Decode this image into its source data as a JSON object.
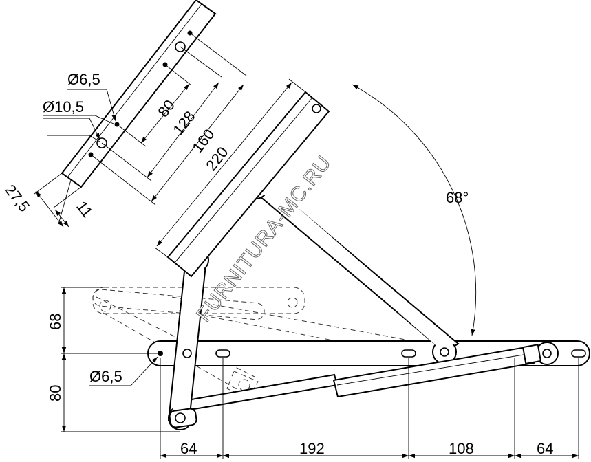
{
  "labels": {
    "bottom_dims": [
      "64",
      "192",
      "108",
      "64"
    ],
    "dim_68": "68",
    "dim_80_left": "80",
    "hole_bottom": "Ø6,5",
    "hole_small": "Ø6,5",
    "hole_large": "Ø10,5",
    "dim_80_top": "80",
    "dim_128": "128",
    "dim_160": "160",
    "dim_220": "220",
    "dim_27_5": "27,5",
    "dim_11": "11",
    "angle": "68°",
    "watermark": "FURNITURA-MC.RU"
  }
}
